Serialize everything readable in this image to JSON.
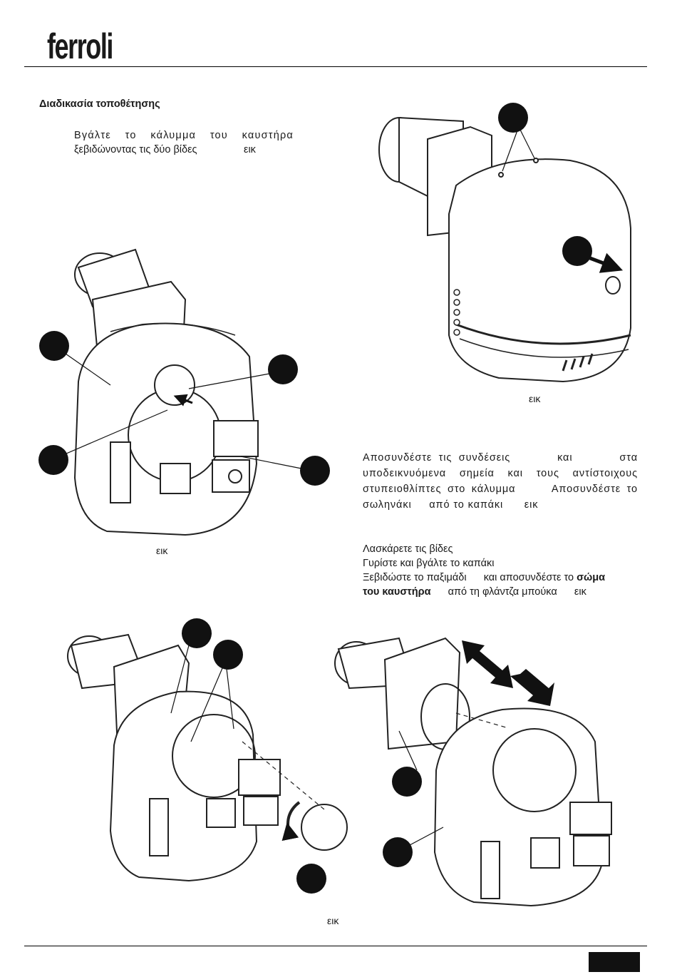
{
  "header": {
    "brand_logo": "ferroli"
  },
  "section_title": "Διαδικασία τοποθέτησης",
  "step1": {
    "line1": "Βγάλτε το κάλυμμα του καυστήρα",
    "line2": "ξεβιδώνοντας τις δύο βίδες",
    "fig_ref": "εικ"
  },
  "step2": {
    "line1": "Αποσυνδέστε τις συνδέσεις       και       στα",
    "line2": "υποδεικνυόμενα σημεία και τους αντίστοιχους",
    "line3": "στυπειοθλίπτες στο κάλυμμα      Αποσυνδέστε το",
    "line4": "σωληνάκι     από το καπάκι      εικ"
  },
  "step3": {
    "line1": "Λασκάρετε τις βίδες",
    "line2": "Γυρίστε και βγάλτε το καπάκι",
    "line3_pre": "Ξεβιδώστε το παξιμάδι      και αποσυνδέστε το ",
    "line3_bold": "σώμα",
    "line4_bold": "του καυστήρα",
    "line4_post": "      από τη φλάντζα μπούκα      εικ"
  },
  "captions": {
    "fig_top_right": "εικ",
    "fig_middle_left": "εικ",
    "fig_bottom": "εικ"
  },
  "colors": {
    "text": "#1a1a1a",
    "badge": "#111111",
    "rule": "#000000"
  }
}
